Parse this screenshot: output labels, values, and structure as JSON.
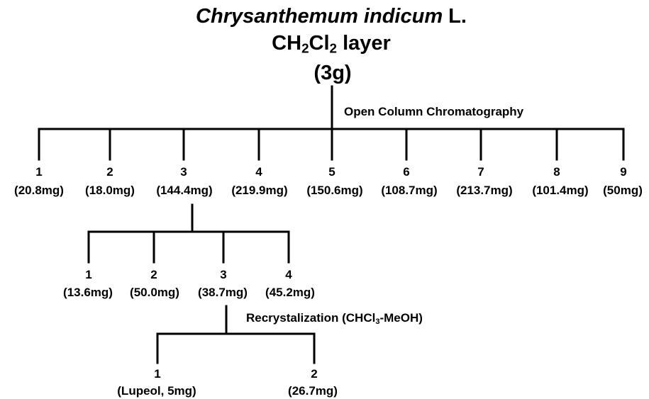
{
  "header": {
    "species_italic": "Chrysanthemum indicum",
    "species_author": "L.",
    "layer_prefix": "CH",
    "layer_sub1": "2",
    "layer_mid": "Cl",
    "layer_sub2": "2",
    "layer_suffix": " layer",
    "amount": "(3g)"
  },
  "level1": {
    "method": "Open Column Chromatography",
    "fractions": [
      {
        "label": "1",
        "mass": "(20.8mg)"
      },
      {
        "label": "2",
        "mass": "(18.0mg)"
      },
      {
        "label": "3",
        "mass": "(144.4mg)"
      },
      {
        "label": "4",
        "mass": "(219.9mg)"
      },
      {
        "label": "5",
        "mass": "(150.6mg)"
      },
      {
        "label": "6",
        "mass": "(108.7mg)"
      },
      {
        "label": "7",
        "mass": "(213.7mg)"
      },
      {
        "label": "8",
        "mass": "(101.4mg)"
      },
      {
        "label": "9",
        "mass": "(50mg)"
      }
    ]
  },
  "level2": {
    "fractions": [
      {
        "label": "1",
        "mass": "(13.6mg)"
      },
      {
        "label": "2",
        "mass": "(50.0mg)"
      },
      {
        "label": "3",
        "mass": "(38.7mg)"
      },
      {
        "label": "4",
        "mass": "(45.2mg)"
      }
    ]
  },
  "level3": {
    "method_prefix": "Recrystalization (CHCl",
    "method_sub": "3",
    "method_suffix": "-MeOH)",
    "fractions": [
      {
        "label": "1",
        "mass": "(Lupeol, 5mg)"
      },
      {
        "label": "2",
        "mass": "(26.7mg)"
      }
    ]
  }
}
